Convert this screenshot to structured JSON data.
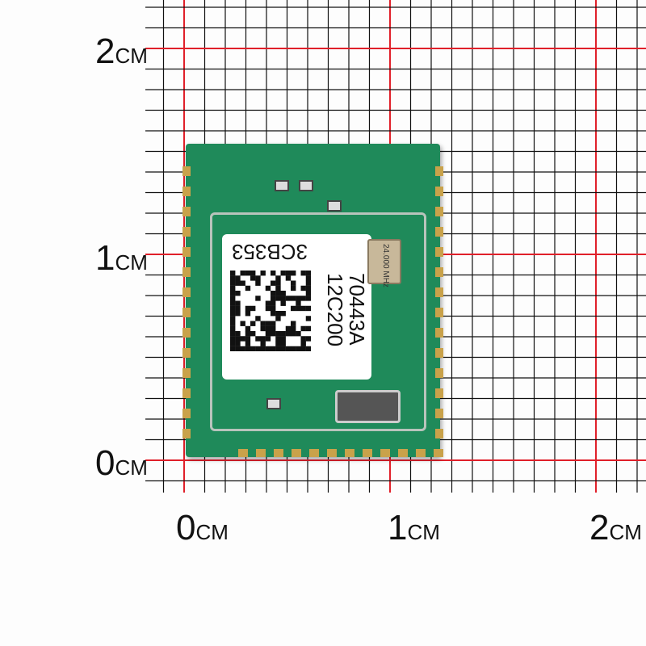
{
  "ruler": {
    "x_labels": [
      {
        "num": "0",
        "unit": "CM"
      },
      {
        "num": "1",
        "unit": "CM"
      },
      {
        "num": "2",
        "unit": "CM"
      }
    ],
    "y_labels": [
      {
        "num": "2",
        "unit": "CM"
      },
      {
        "num": "1",
        "unit": "CM"
      },
      {
        "num": "0",
        "unit": "CM"
      }
    ]
  },
  "module": {
    "label_line1": "3CB353",
    "label_line2": "12C200",
    "label_line3": "70443A",
    "crystal_text": "24.000 MHz"
  },
  "colors": {
    "grid": "#111111",
    "major_grid": "#e0202a",
    "pcb": "#1f8a5a",
    "pads": "#c9a24a"
  }
}
